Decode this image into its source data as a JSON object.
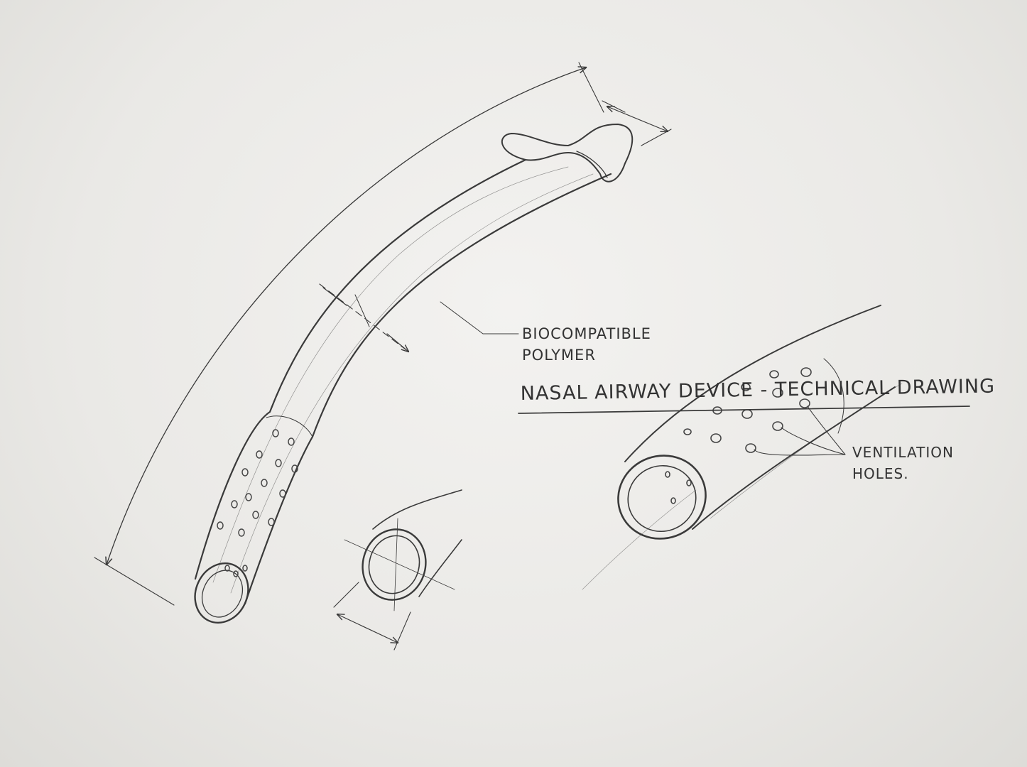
{
  "title": "NASAL AIRWAY DEVICE - TECHNICAL DRAWING",
  "labels": {
    "polymer_line1": "BIOCOMPATIBLE",
    "polymer_line2": "POLYMER",
    "vent_line1": "VENTILATION",
    "vent_line2": "HOLES."
  }
}
